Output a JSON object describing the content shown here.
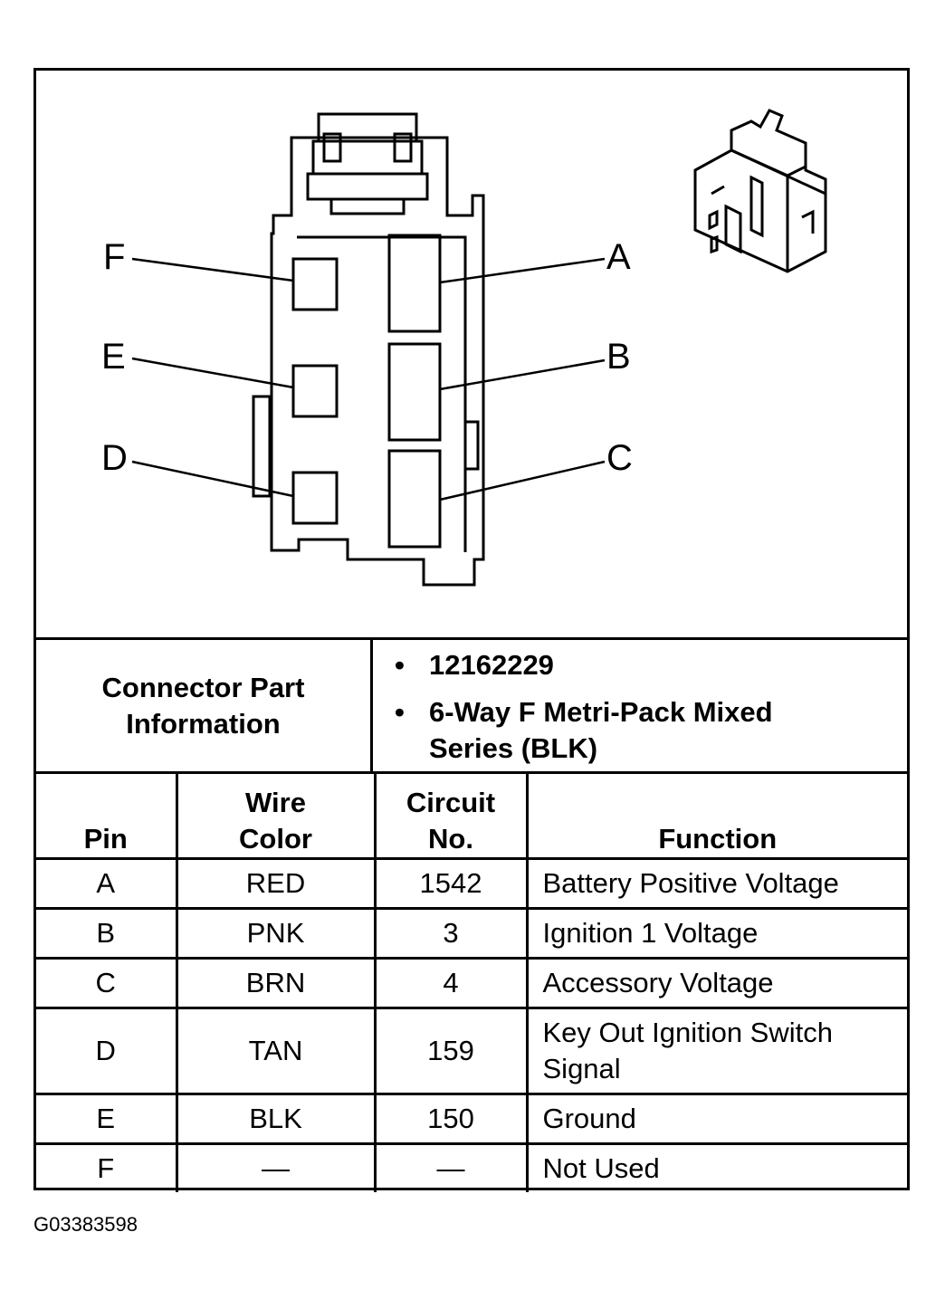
{
  "pin_labels": {
    "F": "F",
    "E": "E",
    "D": "D",
    "A": "A",
    "B": "B",
    "C": "C"
  },
  "connector_info": {
    "label_line1": "Connector Part",
    "label_line2": "Information",
    "part_number": "12162229",
    "description_line1": "6-Way F Metri-Pack Mixed",
    "description_line2": "Series (BLK)",
    "bullet": "•"
  },
  "table": {
    "headers": {
      "pin": "Pin",
      "wire_color_1": "Wire",
      "wire_color_2": "Color",
      "circuit_1": "Circuit",
      "circuit_2": "No.",
      "function": "Function"
    },
    "rows": [
      {
        "pin": "A",
        "color": "RED",
        "circuit": "1542",
        "function_1": "Battery Positive Voltage",
        "function_2": ""
      },
      {
        "pin": "B",
        "color": "PNK",
        "circuit": "3",
        "function_1": "Ignition 1 Voltage",
        "function_2": ""
      },
      {
        "pin": "C",
        "color": "BRN",
        "circuit": "4",
        "function_1": "Accessory Voltage",
        "function_2": ""
      },
      {
        "pin": "D",
        "color": "TAN",
        "circuit": "159",
        "function_1": "Key Out Ignition Switch",
        "function_2": "Signal"
      },
      {
        "pin": "E",
        "color": "BLK",
        "circuit": "150",
        "function_1": "Ground",
        "function_2": ""
      },
      {
        "pin": "F",
        "color": "—",
        "circuit": "—",
        "function_1": "Not Used",
        "function_2": ""
      }
    ]
  },
  "figure_id": "G03383598"
}
